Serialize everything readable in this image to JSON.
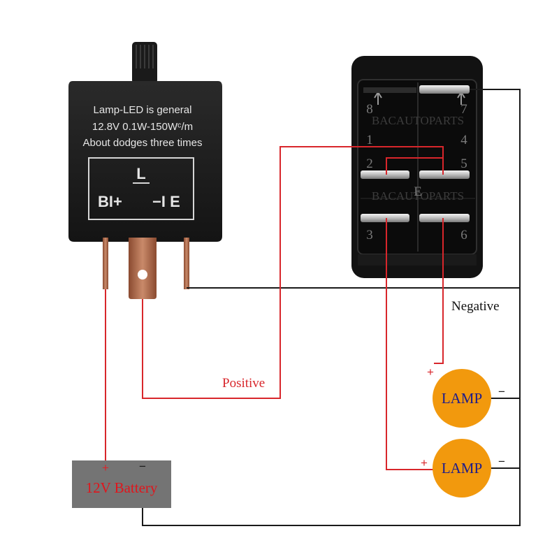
{
  "colors": {
    "positive_wire": "#d8262b",
    "negative_wire": "#1a1a1a",
    "lamp_fill": "#f2990d",
    "lamp_text": "#1c1c8c",
    "battery_fill": "#747474",
    "battery_text": "#e0151c",
    "relay_body": "#1b1b1b",
    "switch_body": "#121212"
  },
  "relay": {
    "line1": "Lamp-LED is general",
    "line2": "12.8V 0.1W-150Wᶜ/m",
    "line3": "About dodges three times",
    "terminal_l": "L",
    "terminal_b": "BI+",
    "terminal_e": "−I E"
  },
  "switch": {
    "watermark1": "BACAUTOPARTS",
    "watermark2": "BACAUTOPARTS",
    "pin_labels": [
      "1",
      "2",
      "3",
      "4",
      "5",
      "6",
      "7",
      "8"
    ],
    "center_mark": "E"
  },
  "labels": {
    "positive": "Positive",
    "negative": "Negative"
  },
  "lamps": [
    {
      "label": "LAMP",
      "plus": "+",
      "minus": "−"
    },
    {
      "label": "LAMP",
      "plus": "+",
      "minus": "−"
    }
  ],
  "battery": {
    "label": "12V Battery",
    "plus": "+",
    "minus": "−"
  }
}
